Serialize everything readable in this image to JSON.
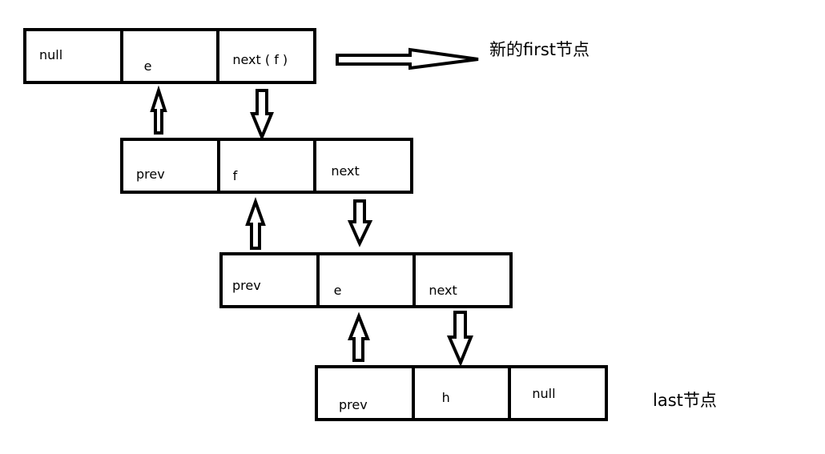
{
  "diagram": {
    "nodes": [
      {
        "id": "node-1",
        "cells": [
          "null",
          "e",
          "next ( f )"
        ]
      },
      {
        "id": "node-2",
        "cells": [
          "prev",
          "f",
          "next"
        ]
      },
      {
        "id": "node-3",
        "cells": [
          "prev",
          "e",
          "next"
        ]
      },
      {
        "id": "node-4",
        "cells": [
          "prev",
          "h",
          "null"
        ]
      }
    ],
    "labels": {
      "first": "新的first节点",
      "last": "last节点"
    },
    "arrows": [
      {
        "from": "node-1",
        "to": "first-label",
        "direction": "right"
      },
      {
        "from": "node-2.prev",
        "to": "node-1",
        "direction": "up"
      },
      {
        "from": "node-1.next",
        "to": "node-2",
        "direction": "down"
      },
      {
        "from": "node-3.prev",
        "to": "node-2",
        "direction": "up"
      },
      {
        "from": "node-2.next",
        "to": "node-3",
        "direction": "down"
      },
      {
        "from": "node-4.prev",
        "to": "node-3",
        "direction": "up"
      },
      {
        "from": "node-3.next",
        "to": "node-4",
        "direction": "down"
      }
    ]
  }
}
